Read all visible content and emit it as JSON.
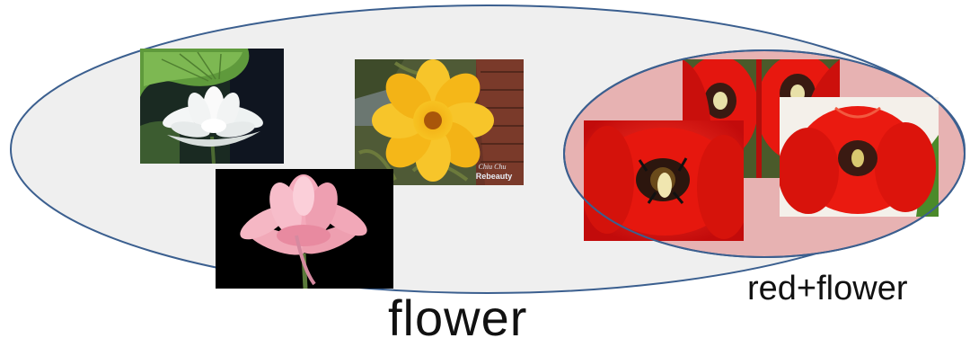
{
  "labels": {
    "outer_set": "flower",
    "inner_set": "red+flower"
  },
  "watermark": "Rebeauty",
  "colors": {
    "outer_fill": "#efefef",
    "inner_fill": "#e7b2b2",
    "outline": "#3b5f8f",
    "text": "#111111"
  },
  "images": [
    {
      "icon": "white-lotus-photo"
    },
    {
      "icon": "yellow-cosmos-photo"
    },
    {
      "icon": "pink-lotus-photo"
    },
    {
      "icon": "red-tulip-photo"
    },
    {
      "icon": "red-tulip-photo"
    },
    {
      "icon": "red-tulip-photo"
    }
  ]
}
